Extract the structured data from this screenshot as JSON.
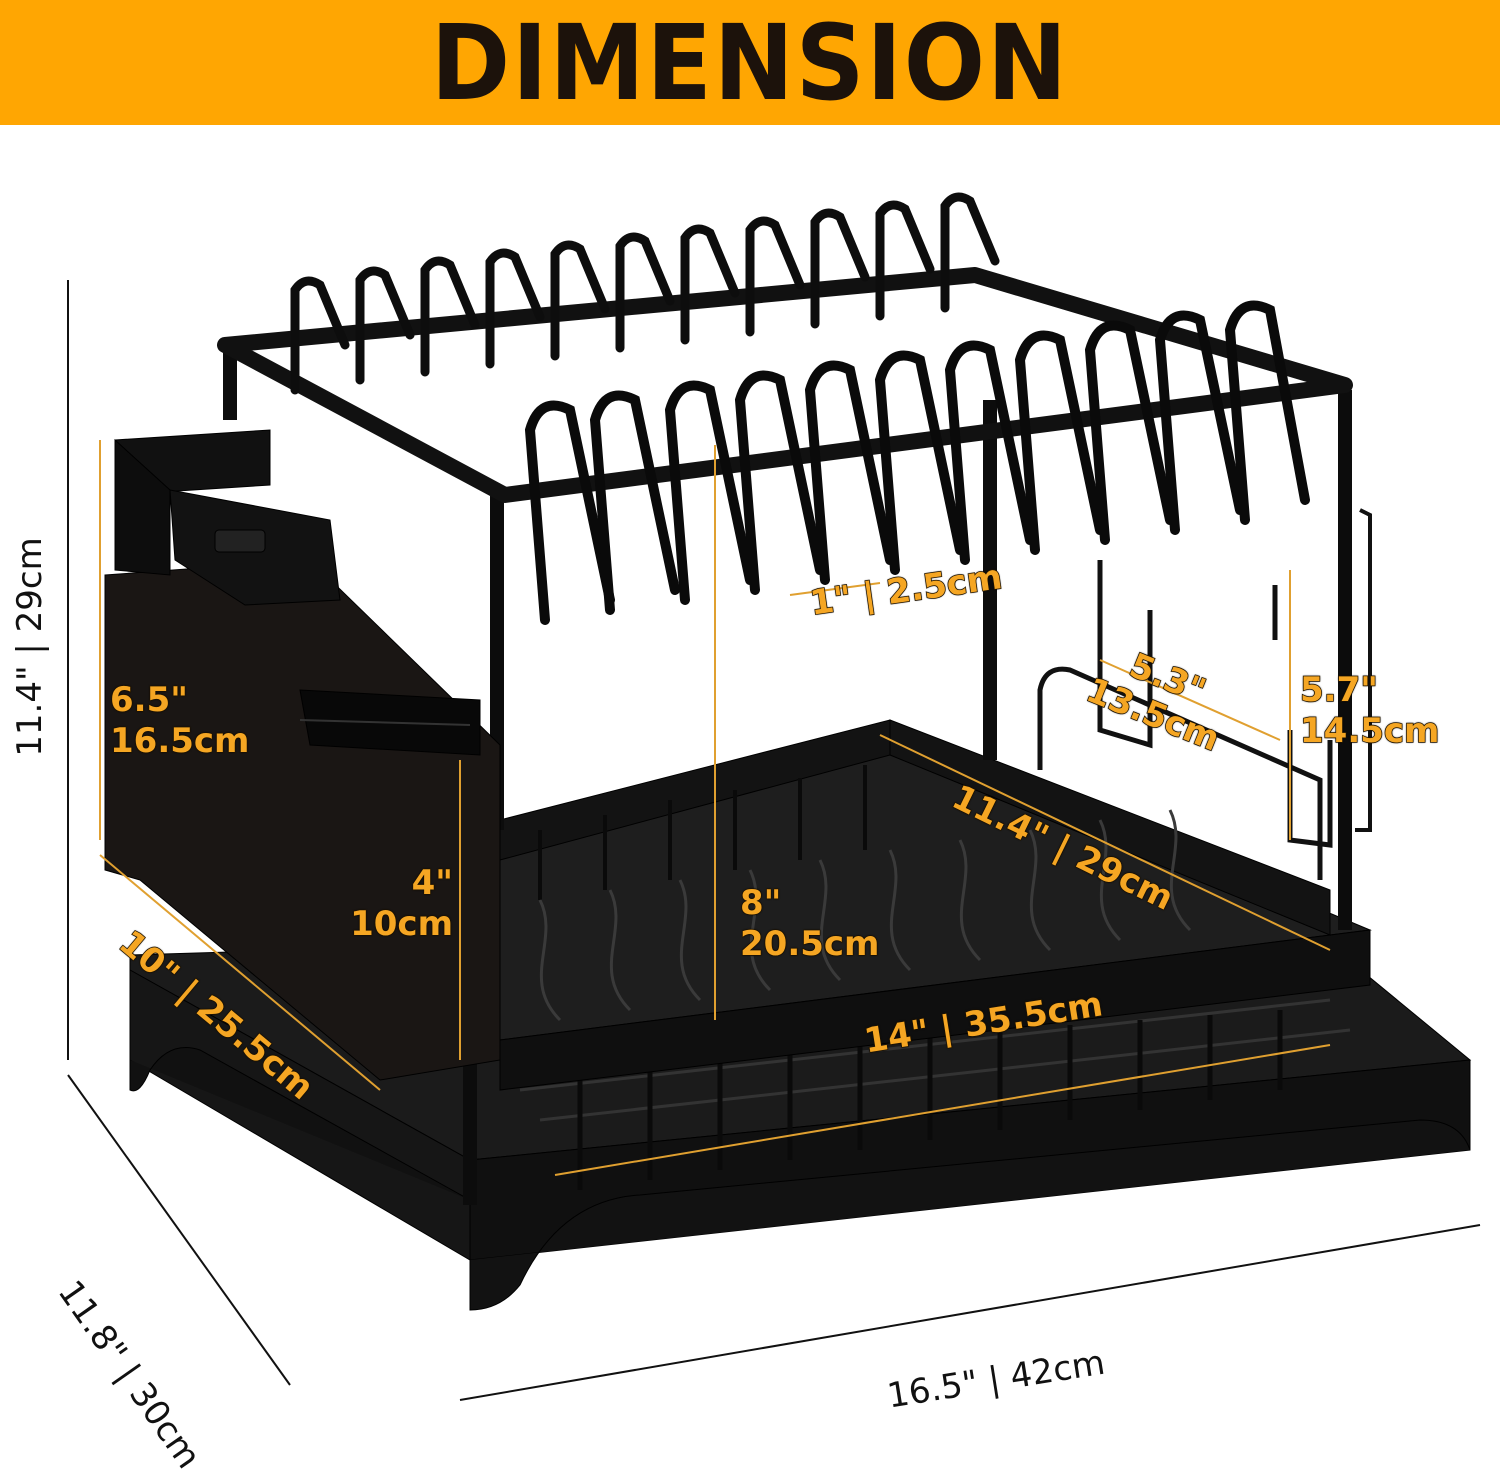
{
  "banner": {
    "title": "DIMENSION",
    "background": "#ffa602",
    "text_color": "#1c120b"
  },
  "product": {
    "name": "two-tier dish drying rack with utensil holder, cup holder, drip tray",
    "color": "#141414"
  },
  "dimensions": {
    "overall_height": "11.4\" | 29cm",
    "overall_depth": "11.8\" | 30cm",
    "overall_width": "16.5\" | 42cm",
    "utensil_holder_height_in": "6.5\"",
    "utensil_holder_height_cm": "16.5cm",
    "utensil_cup_height_in": "4\"",
    "utensil_cup_height_cm": "10cm",
    "tray_depth": "10\" | 25.5cm",
    "tier_clearance_in": "8\"",
    "tier_clearance_cm": "20.5cm",
    "plate_slot_gap": "1\" | 2.5cm",
    "cup_holder_width_in": "5.3\"",
    "cup_holder_width_cm": "13.5cm",
    "cup_holder_height_in": "5.7\"",
    "cup_holder_height_cm": "14.5cm",
    "lower_tier_depth": "11.4\" | 29cm",
    "lower_tier_width": "14\" | 35.5cm"
  },
  "colors": {
    "accent_label": "#f5a623",
    "guide_line": "#e0a030",
    "outline_line": "#111111"
  }
}
